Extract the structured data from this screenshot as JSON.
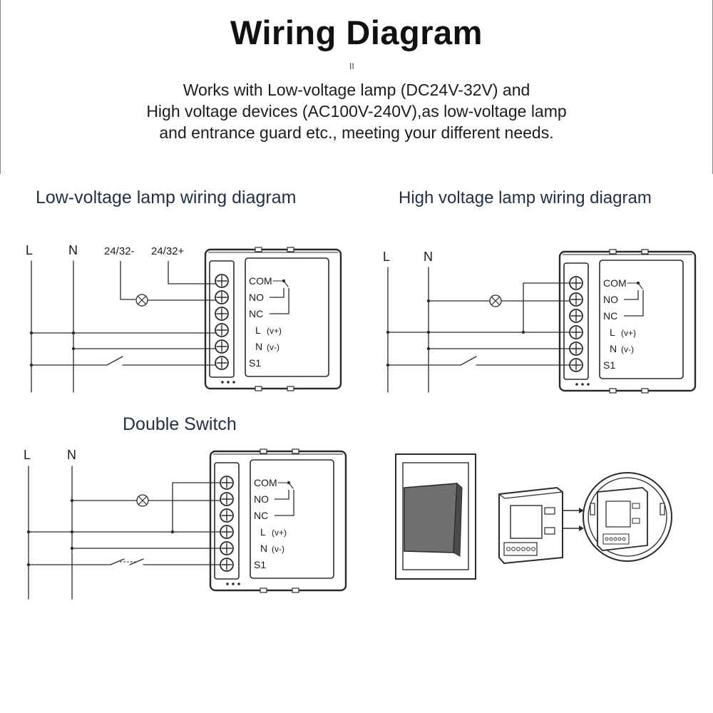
{
  "header": {
    "title": "Wiring Diagram",
    "marks": "II",
    "lines": [
      "Works with Low-voltage lamp (DC24V-32V) and",
      "High voltage devices (AC100V-240V),as low-voltage lamp",
      "and entrance guard etc., meeting your different needs."
    ]
  },
  "sections": {
    "low": {
      "title": "Low-voltage lamp wiring diagram",
      "line_labels": [
        "L",
        "N"
      ],
      "supply_labels": [
        "24/32-",
        "24/32+"
      ]
    },
    "high": {
      "title": "High voltage lamp wiring diagram",
      "line_labels": [
        "L",
        "N"
      ]
    },
    "double": {
      "title": "Double Switch",
      "line_labels": [
        "L",
        "N"
      ]
    }
  },
  "module": {
    "terminals": [
      "COM",
      "NO",
      "NC",
      "L",
      "N",
      "S1"
    ],
    "terminal_suffixes": [
      "",
      "",
      "",
      "(v+)",
      "(v-)",
      ""
    ]
  },
  "illustration": {
    "items": [
      "wall-switch",
      "relay-module",
      "wall-box"
    ]
  },
  "colors": {
    "line": "#2a2a2a",
    "title_text": "#243042",
    "module_fill": "#ffffff",
    "switch_fill": "#6f6f6f"
  }
}
